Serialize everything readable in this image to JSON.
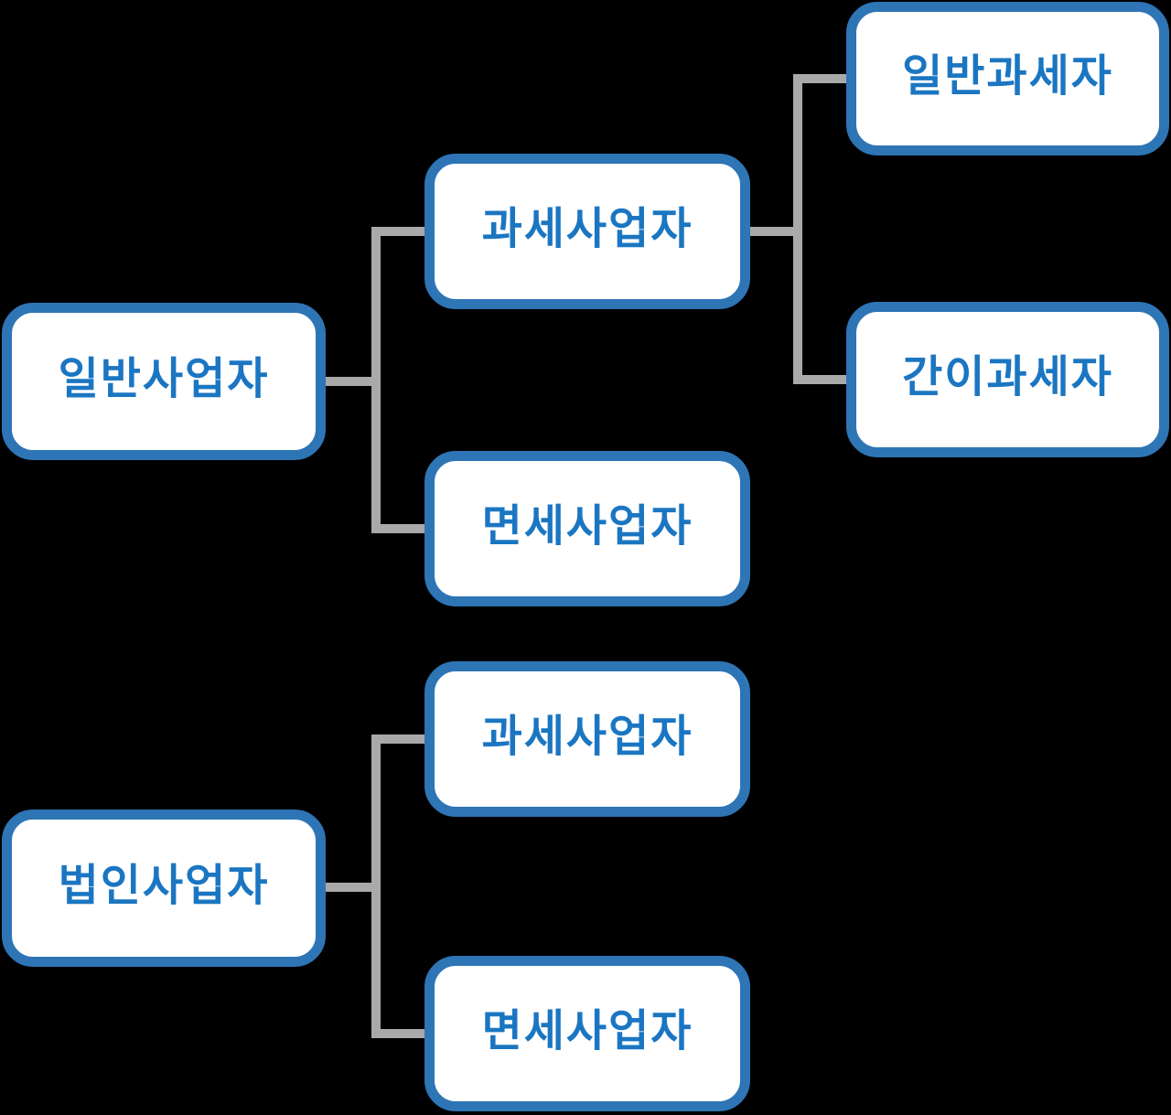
{
  "theme": {
    "background": "#000000",
    "node_fill": "#FFFFFF",
    "node_border": "#2E75B6",
    "node_text": "#1B76C2",
    "connector": "#A9A9A9"
  },
  "diagram": {
    "type": "tree",
    "trees": [
      {
        "root": {
          "label": "일반사업자"
        },
        "children": [
          {
            "label": "과세사업자",
            "children": [
              {
                "label": "일반과세자"
              },
              {
                "label": "간이과세자"
              }
            ]
          },
          {
            "label": "면세사업자"
          }
        ]
      },
      {
        "root": {
          "label": "법인사업자"
        },
        "children": [
          {
            "label": "과세사업자"
          },
          {
            "label": "면세사업자"
          }
        ]
      }
    ]
  }
}
